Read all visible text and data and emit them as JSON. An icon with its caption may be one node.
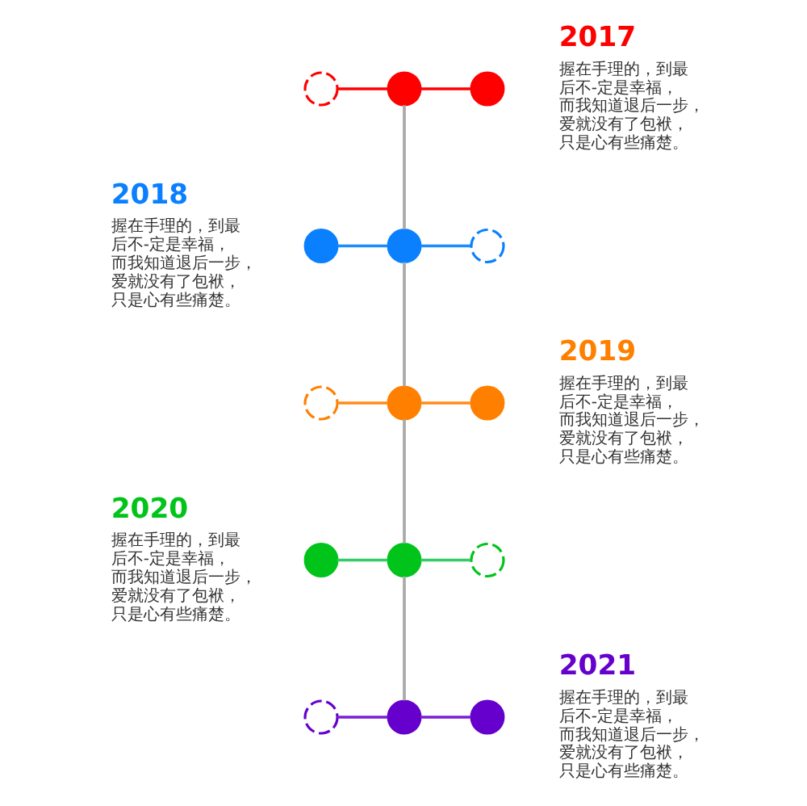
{
  "diagram": {
    "nodes": [
      {
        "text": [],
        "shape": "circle"
      },
      {
        "text": [],
        "shape": "circle"
      },
      {
        "text": [],
        "shape": "circle",
        "beside": [
          "2017",
          "握在手理的，到最后不-定是幸福，而我知道退后一步，爱就没有了包袱，只是心有些痛楚。"
        ]
      },
      {
        "text": [],
        "shape": "circle",
        "beside": [
          "2018",
          "握在手理的，到最后不-定是幸福，而我知道退后一步，爱就没有了包袱，只是心有些痛楚。"
        ]
      },
      {
        "text": [],
        "shape": "circle"
      },
      {
        "text": [],
        "shape": "circle"
      },
      {
        "text": [],
        "shape": "circle"
      },
      {
        "text": [],
        "shape": "circle"
      },
      {
        "text": [],
        "shape": "circle",
        "beside": [
          "2019",
          "握在手理的，到最后不-定是幸福，而我知道退后一步，爱就没有了包袱，只是心有些痛楚。"
        ]
      },
      {
        "text": [],
        "shape": "circle",
        "beside": [
          "2020",
          "握在手理的，到最后不-定是幸福，而我知道退后一步，爱就没有了包袱，只是心有些痛楚。"
        ]
      },
      {
        "text": [],
        "shape": "circle"
      },
      {
        "text": [],
        "shape": "circle"
      },
      {
        "text": [],
        "shape": "circle"
      },
      {
        "text": [],
        "shape": "circle"
      },
      {
        "text": [],
        "shape": "circle",
        "beside": [
          "2021",
          "握在手理的，到最后不-定是幸福，而我知道退后一步，爱就没有了包袱，只是心有些痛楚。"
        ]
      }
    ],
    "edges": [
      {
        "from": 0,
        "to": 1,
        "arrow": "none",
        "color": "#ff0000"
      },
      {
        "from": 1,
        "to": 2,
        "arrow": "none",
        "color": "#ff0000"
      },
      {
        "from": 1,
        "to": 4,
        "arrow": "none",
        "color": "#aaaaaa"
      },
      {
        "from": 3,
        "to": 4,
        "arrow": "none",
        "color": "#1a8cff"
      },
      {
        "from": 4,
        "to": 5,
        "arrow": "none",
        "color": "#1a8cff"
      },
      {
        "from": 4,
        "to": 7,
        "arrow": "none",
        "color": "#aaaaaa"
      },
      {
        "from": 6,
        "to": 7,
        "arrow": "none",
        "color": "#ff8c1a"
      },
      {
        "from": 7,
        "to": 8,
        "arrow": "none",
        "color": "#ff8c1a"
      },
      {
        "from": 7,
        "to": 10,
        "arrow": "none",
        "color": "#aaaaaa"
      },
      {
        "from": 9,
        "to": 10,
        "arrow": "none",
        "color": "#33cc66"
      },
      {
        "from": 10,
        "to": 11,
        "arrow": "none",
        "color": "#33cc66"
      },
      {
        "from": 10,
        "to": 13,
        "arrow": "none",
        "color": "#aaaaaa"
      },
      {
        "from": 12,
        "to": 13,
        "arrow": "none",
        "color": "#7a1fd6"
      },
      {
        "from": 13,
        "to": 14,
        "arrow": "none",
        "color": "#7a1fd6"
      }
    ]
  }
}
